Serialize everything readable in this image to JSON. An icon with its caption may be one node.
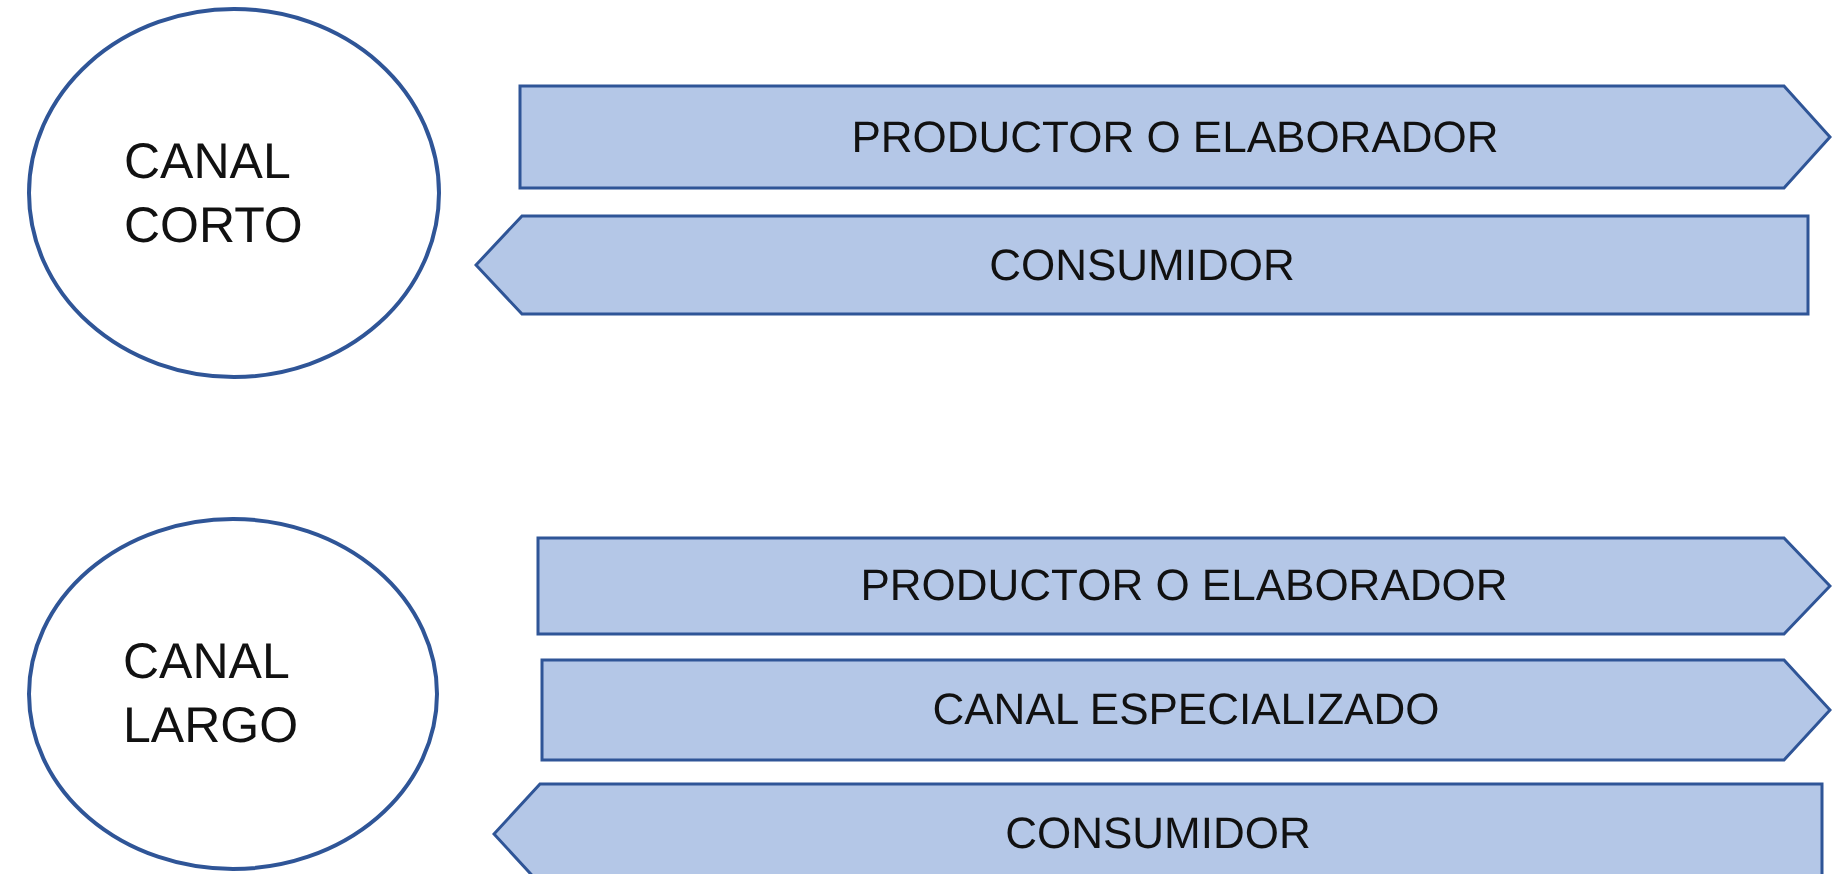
{
  "diagram": {
    "nodes": [
      {
        "text": [
          "CANAL CORTO"
        ]
      },
      {
        "text": [
          "PRODUCTOR O ELABORADOR"
        ]
      },
      {
        "text": [
          "CONSUMIDOR"
        ]
      },
      {
        "text": [
          "CANAL LARGO"
        ]
      },
      {
        "text": [
          "PRODUCTOR O ELABORADOR"
        ]
      },
      {
        "text": [
          "CANAL ESPECIALIZADO"
        ]
      },
      {
        "text": [
          "CONSUMIDOR"
        ]
      }
    ]
  }
}
